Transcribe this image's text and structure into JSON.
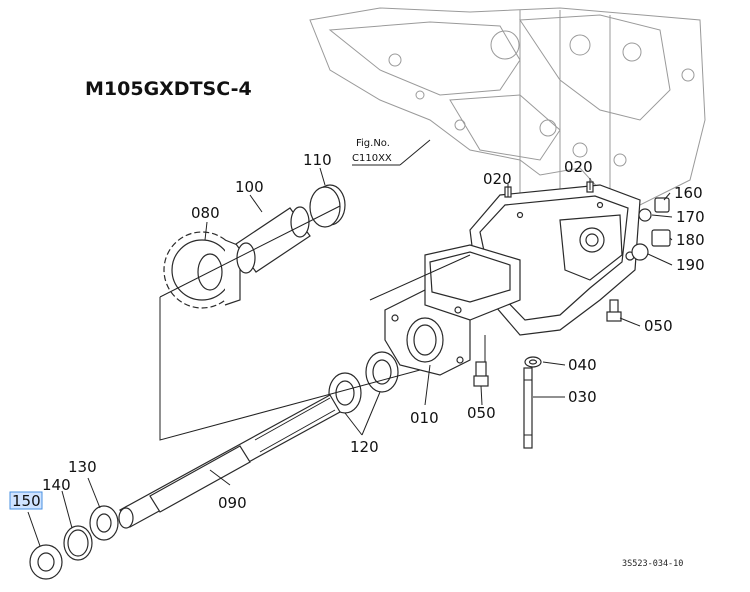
{
  "diagram": {
    "title": "M105GXDTSC-4",
    "fig_ref_line1": "Fig.No.",
    "fig_ref_line2": "C110XX",
    "drawing_code": "3S523-034-10",
    "highlight_color": "#cfe3ff",
    "callouts": {
      "p010": "010",
      "p020a": "020",
      "p020b": "020",
      "p030": "030",
      "p040": "040",
      "p050a": "050",
      "p050b": "050",
      "p080": "080",
      "p090": "090",
      "p100": "100",
      "p110": "110",
      "p120": "120",
      "p130": "130",
      "p140": "140",
      "p150": "150",
      "p160": "160",
      "p170": "170",
      "p180": "180",
      "p190": "190"
    }
  }
}
